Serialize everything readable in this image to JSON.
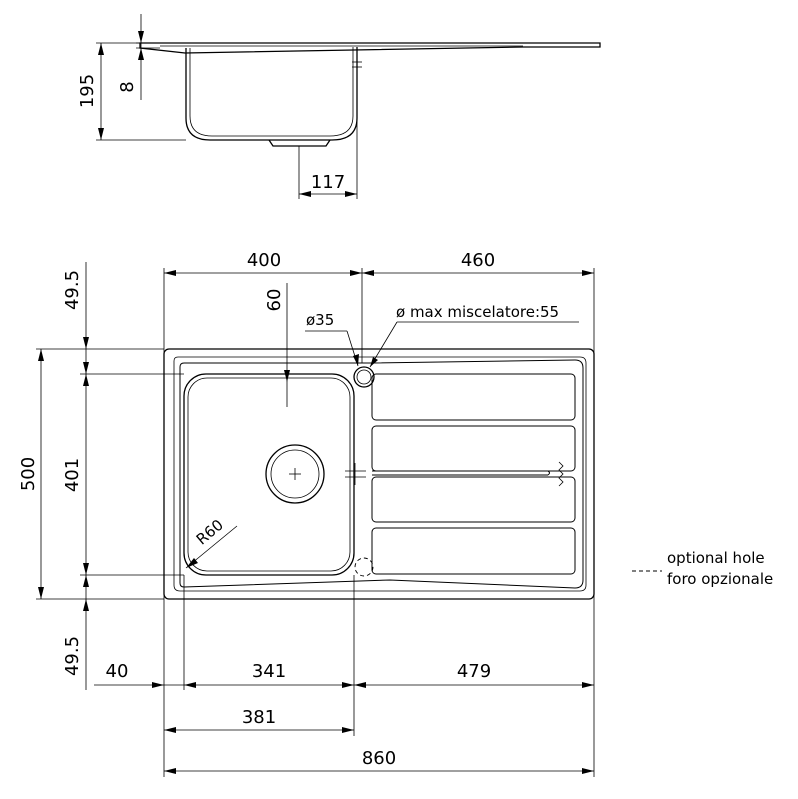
{
  "side_view": {
    "height_total": "195",
    "rim_thickness": "8",
    "drain_offset": "117"
  },
  "top_view": {
    "width_bowl_zone": "400",
    "width_drainer_zone": "460",
    "offset_tap_hole": "60",
    "tap_hole_diameter": "ø35",
    "mixer_max_note": "ø max miscelatore:55",
    "height_total": "500",
    "height_bowl": "401",
    "margin_top": "49.5",
    "margin_bottom": "49.5",
    "bowl_radius": "R60",
    "margin_left": "40",
    "bowl_width": "341",
    "drainer_width": "479",
    "bowl_zone_width": "381",
    "overall_width": "860"
  },
  "legend": {
    "optional_hole_en": "optional hole",
    "optional_hole_it": "foro opzionale"
  }
}
